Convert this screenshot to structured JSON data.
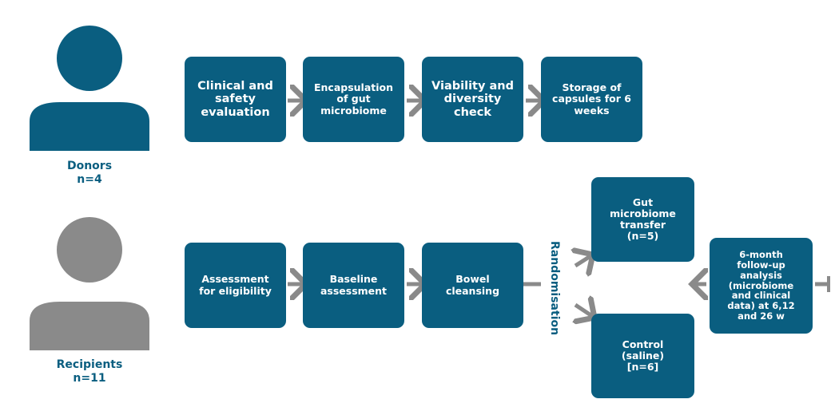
{
  "colors": {
    "box": "#0a5e80",
    "donor_icon": "#0a5e80",
    "recipient_icon": "#8a8a8a",
    "arrow": "#8a8a8a"
  },
  "donors": {
    "label": "Donors\nn=4",
    "steps": [
      "Clinical and\nsafety\nevaluation",
      "Encapsulation\nof gut\nmicrobiome",
      "Viability and\ndiversity\ncheck",
      "Storage of\ncapsules for 6\nweeks"
    ]
  },
  "recipients": {
    "label": "Recipients\nn=11",
    "steps": [
      "Assessment\nfor eligibility",
      "Baseline\nassessment",
      "Bowel\ncleansing"
    ],
    "randomisation": "Randomisation",
    "arm_transfer": "Gut\nmicrobiome\ntransfer\n(n=5)",
    "arm_control": "Control\n(saline)\n[n=6]",
    "followup": "6-month\nfollow-up\nanalysis\n(microbiome\nand clinical\ndata) at 6,12\nand 26 w"
  }
}
